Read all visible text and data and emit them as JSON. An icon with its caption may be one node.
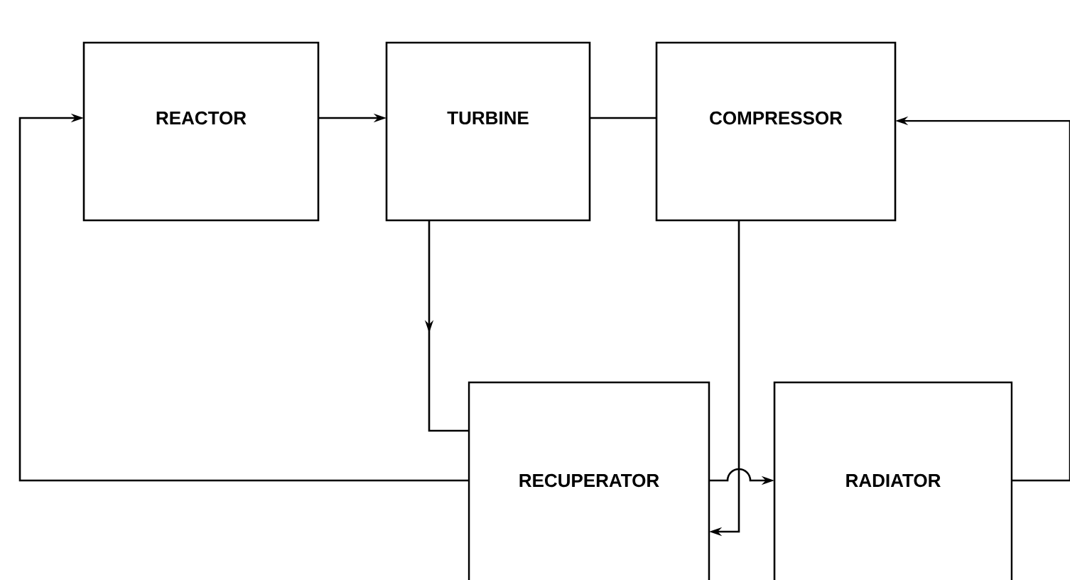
{
  "diagram": {
    "nodes": [
      {
        "text": [
          "REACTOR"
        ]
      },
      {
        "text": [
          "TURBINE"
        ]
      },
      {
        "text": [
          "COMPRESSOR"
        ]
      },
      {
        "text": [
          "RECUPERATOR"
        ]
      },
      {
        "text": [
          "RADIATOR"
        ]
      }
    ],
    "edges": [
      {
        "from": 0,
        "to": 1,
        "arrow": "to"
      },
      {
        "from": 1,
        "to": 2,
        "arrow": "none"
      },
      {
        "from": 1,
        "to": 3,
        "arrow": "to"
      },
      {
        "from": 3,
        "to": 0,
        "arrow": "to"
      },
      {
        "from": 3,
        "to": 4,
        "arrow": "to"
      },
      {
        "from": 2,
        "to": 3,
        "arrow": "to"
      },
      {
        "from": 4,
        "to": 2,
        "arrow": "to"
      }
    ]
  }
}
